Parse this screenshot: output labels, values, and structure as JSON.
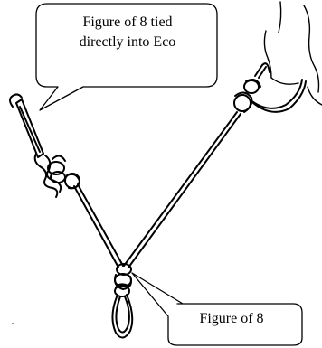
{
  "callouts": {
    "top": {
      "line1": "Figure of 8 tied",
      "line2": "directly into Eco"
    },
    "bottom": {
      "text": "Figure of 8"
    }
  },
  "icons": [
    "carabiner-icon",
    "figure-eight-knot-icon",
    "hand-icon",
    "rope-loop-icon"
  ],
  "colors": {
    "stroke": "#000000",
    "background": "#ffffff"
  }
}
